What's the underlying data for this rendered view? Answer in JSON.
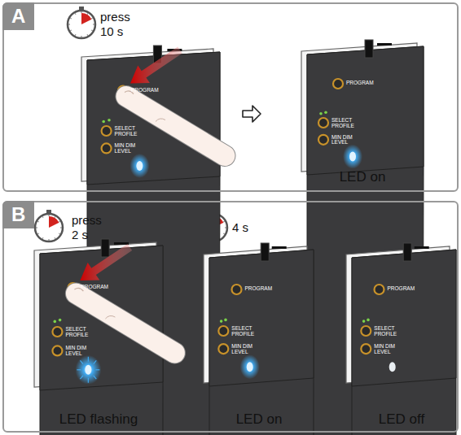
{
  "diagram": {
    "nodes": [
      {
        "text": [
          "A"
        ]
      },
      {
        "text": [
          "B"
        ]
      }
    ],
    "labels": [
      "press",
      "10 s",
      "LED on",
      "press",
      "2 s",
      "4 s",
      "LED flashing",
      "LED on",
      "LED off",
      "PROGRAM",
      "SELECT PROFILE",
      "MIN DIM LEVEL",
      "PROGRAM",
      "SELECT PROFILE",
      "MIN DIM LEVEL",
      "PROGRAM",
      "SELECT PROFILE",
      "MIN DIM LEVEL",
      "PROGRAM",
      "SELECT PROFILE",
      "MIN DIM LEVEL",
      "PROGRAM",
      "SELECT PROFILE",
      "MIN DIM LEVEL"
    ]
  }
}
